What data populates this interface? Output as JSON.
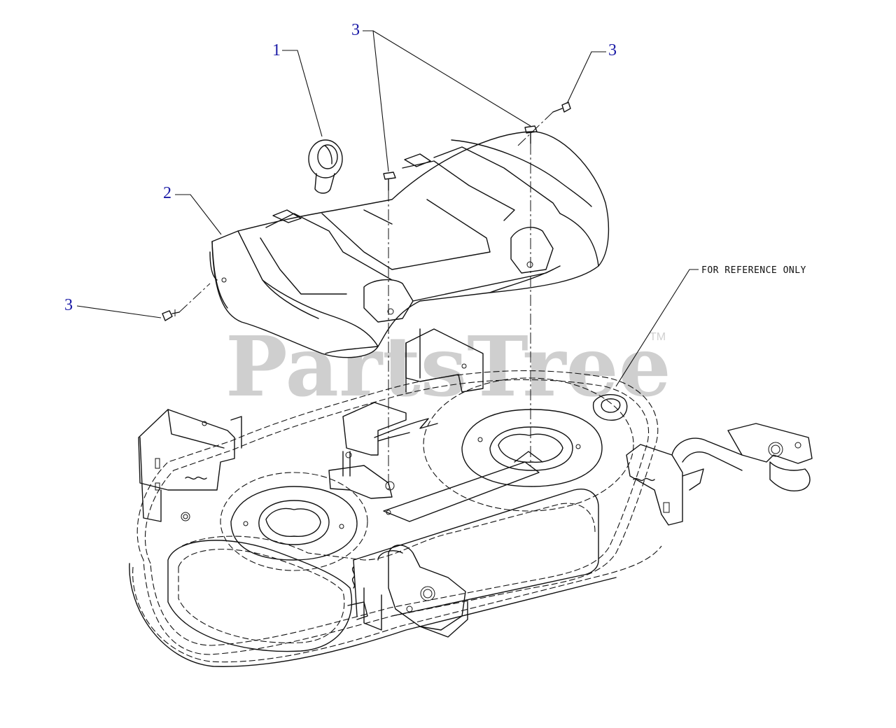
{
  "callouts": {
    "c1": "1",
    "c2": "2",
    "c3_top": "3",
    "c3_right": "3",
    "c3_left": "3"
  },
  "note": "FOR REFERENCE ONLY",
  "watermark": "PartsTree",
  "trademark": "TM",
  "colors": {
    "callout": "#1a1aa6",
    "line": "#111111",
    "watermark": "#cfcfcf"
  }
}
